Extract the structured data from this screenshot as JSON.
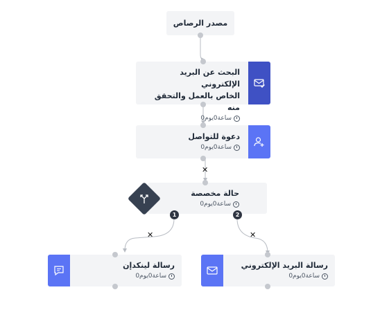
{
  "source": {
    "label": "مصدر الرصاص"
  },
  "nodes": {
    "find_email": {
      "title_line1": "البحث عن البريد الإلكتروني",
      "title_line2": "الخاص بالعمل والتحقق منه",
      "delay": "ساعة0يوم0",
      "icon": "envelope-check-icon",
      "accent": "#3f51c4"
    },
    "invite": {
      "title": "دعوة للتواصل",
      "delay": "ساعة0يوم0",
      "icon": "user-plus-icon",
      "accent": "#5b74f5"
    },
    "condition": {
      "title": "حالة مخصصة",
      "delay": "ساعة0يوم0",
      "icon": "split-arrows-icon"
    },
    "linkedin_msg": {
      "title": "رسالة لينكدإن",
      "delay": "ساعة0يوم0",
      "icon": "chat-icon",
      "accent": "#5b74f5"
    },
    "email_msg": {
      "title": "رسالة البريد الإلكتروني",
      "delay": "ساعة0يوم0",
      "icon": "envelope-icon",
      "accent": "#5b74f5"
    }
  },
  "branches": {
    "left": "1",
    "right": "2"
  },
  "colors": {
    "node_bg": "#f3f4f6",
    "connector": "#b8bcc3",
    "diamond": "#374151"
  }
}
